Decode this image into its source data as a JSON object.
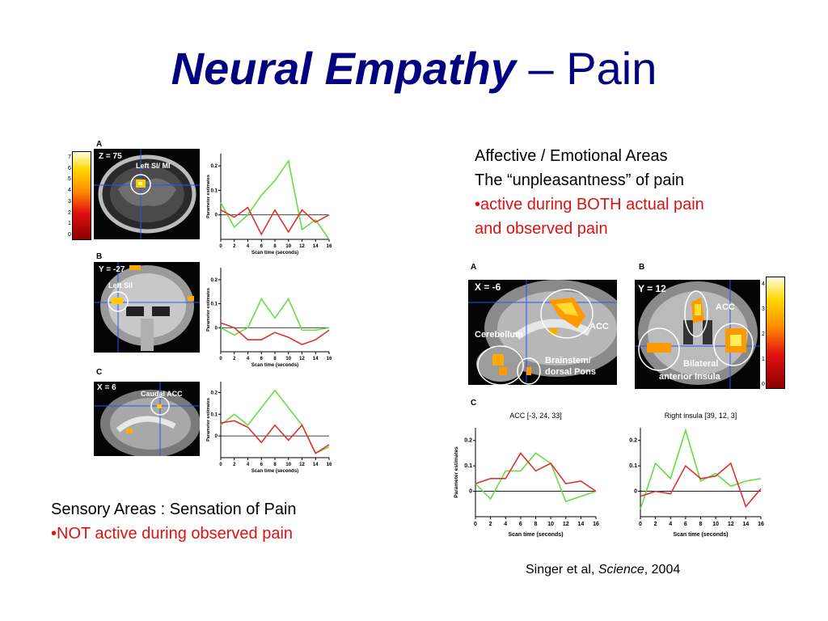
{
  "slide": {
    "title_bold": "Neural Empathy",
    "title_rest": " – Pain",
    "affective": {
      "line1": "Affective / Emotional Areas",
      "line2": "The “unpleasantness” of pain",
      "line3": "•active during BOTH actual pain",
      "line4": "and observed pain"
    },
    "sensory": {
      "line1": "Sensory Areas : Sensation of Pain",
      "line2": "•NOT active during observed pain"
    },
    "citation": {
      "author": "Singer et al, ",
      "journal": "Science",
      "year": ", 2004"
    }
  },
  "left_figure": {
    "colorbar_ticks": [
      "7",
      "6",
      "5",
      "4",
      "3",
      "2",
      "1",
      "0"
    ],
    "panels": [
      {
        "letter": "A",
        "coord": "Z  = 75",
        "region": "Left SI/ MI"
      },
      {
        "letter": "B",
        "coord": "Y = -27",
        "region": "Left SII"
      },
      {
        "letter": "C",
        "coord": "X = 6",
        "region": "Caudal ACC"
      }
    ]
  },
  "right_figure": {
    "panel_a": {
      "letter": "A",
      "coord": "X = -6",
      "labels": [
        "ACC",
        "Cerebellum",
        "Brainstem/",
        "dorsal  Pons"
      ]
    },
    "panel_b": {
      "letter": "B",
      "coord": "Y = 12",
      "labels": [
        "ACC",
        "Bilateral",
        "anterior  Insula"
      ]
    },
    "colorbar_ticks": [
      "4",
      "3",
      "2",
      "1",
      "0"
    ],
    "panel_c_letter": "C"
  },
  "colors": {
    "title": "#000080",
    "red_text": "#e01010",
    "green_series": "#66dd44",
    "red_series": "#dd3333"
  },
  "chart_data": [
    {
      "type": "line",
      "title": "",
      "xlabel": "Scan time (seconds)",
      "ylabel": "Parameter estimates",
      "x": [
        0,
        2,
        4,
        6,
        8,
        10,
        12,
        14,
        16
      ],
      "xticks": [
        "0",
        "2",
        "4",
        "6",
        "8",
        "10",
        "12",
        "14",
        "16"
      ],
      "yticks": [
        "0.2",
        "0.1",
        "0"
      ],
      "ylim": [
        -0.1,
        0.25
      ],
      "series": [
        {
          "color": "#66dd44",
          "values": [
            0.05,
            -0.05,
            0.0,
            0.08,
            0.14,
            0.22,
            -0.06,
            -0.02,
            -0.1
          ]
        },
        {
          "color": "#dd3333",
          "values": [
            0.02,
            -0.01,
            0.03,
            -0.08,
            0.02,
            -0.07,
            0.02,
            -0.03,
            0.0
          ]
        }
      ]
    },
    {
      "type": "line",
      "title": "",
      "xlabel": "Scan time (seconds)",
      "ylabel": "Parameter estimates",
      "x": [
        0,
        2,
        4,
        6,
        8,
        10,
        12,
        14,
        16
      ],
      "xticks": [
        "0",
        "2",
        "4",
        "6",
        "8",
        "10",
        "12",
        "14",
        "16"
      ],
      "yticks": [
        "0.2",
        "0.1",
        "0"
      ],
      "ylim": [
        -0.1,
        0.25
      ],
      "series": [
        {
          "color": "#66dd44",
          "values": [
            0.0,
            -0.03,
            0.0,
            0.12,
            0.04,
            0.12,
            -0.01,
            -0.01,
            0.0
          ]
        },
        {
          "color": "#dd3333",
          "values": [
            0.02,
            0.0,
            -0.05,
            -0.05,
            -0.02,
            -0.04,
            -0.07,
            -0.05,
            -0.01
          ]
        }
      ]
    },
    {
      "type": "line",
      "title": "",
      "xlabel": "Scan time (seconds)",
      "ylabel": "Parameter estimates",
      "x": [
        0,
        2,
        4,
        6,
        8,
        10,
        12,
        14,
        16
      ],
      "xticks": [
        "0",
        "2",
        "4",
        "6",
        "8",
        "10",
        "12",
        "14",
        "16"
      ],
      "yticks": [
        "0.2",
        "0.1",
        "0"
      ],
      "ylim": [
        -0.1,
        0.25
      ],
      "series": [
        {
          "color": "#66dd44",
          "values": [
            0.05,
            0.1,
            0.05,
            0.13,
            0.21,
            0.13,
            0.05,
            -0.08,
            -0.05
          ]
        },
        {
          "color": "#dd3333",
          "values": [
            0.06,
            0.07,
            0.04,
            -0.03,
            0.05,
            -0.02,
            0.05,
            -0.08,
            -0.04
          ]
        }
      ]
    },
    {
      "type": "line",
      "title": "ACC [-3, 24, 33]",
      "xlabel": "Scan time (seconds)",
      "ylabel": "Parameter estimates",
      "x": [
        0,
        2,
        4,
        6,
        8,
        10,
        12,
        14,
        16
      ],
      "xticks": [
        "0",
        "2",
        "4",
        "6",
        "8",
        "10",
        "12",
        "14",
        "16"
      ],
      "yticks": [
        "0.2",
        "0.1",
        "0"
      ],
      "ylim": [
        -0.1,
        0.25
      ],
      "series": [
        {
          "color": "#66dd44",
          "values": [
            0.03,
            -0.03,
            0.08,
            0.08,
            0.15,
            0.11,
            -0.04,
            -0.02,
            0.0
          ]
        },
        {
          "color": "#dd3333",
          "values": [
            0.03,
            0.05,
            0.05,
            0.15,
            0.08,
            0.11,
            0.03,
            0.04,
            0.0
          ]
        }
      ]
    },
    {
      "type": "line",
      "title": "Right insula [39, 12, 3]",
      "xlabel": "Scan time (seconds)",
      "ylabel": "",
      "x": [
        0,
        2,
        4,
        6,
        8,
        10,
        12,
        14,
        16
      ],
      "xticks": [
        "0",
        "2",
        "4",
        "6",
        "8",
        "10",
        "12",
        "14",
        "16"
      ],
      "yticks": [
        "0.2",
        "0.1",
        "0"
      ],
      "ylim": [
        -0.1,
        0.25
      ],
      "series": [
        {
          "color": "#66dd44",
          "values": [
            -0.07,
            0.11,
            0.05,
            0.24,
            0.04,
            0.07,
            0.02,
            0.04,
            0.05
          ]
        },
        {
          "color": "#dd3333",
          "values": [
            -0.02,
            0.0,
            -0.01,
            0.1,
            0.05,
            0.06,
            0.11,
            -0.06,
            0.01
          ]
        }
      ]
    }
  ]
}
